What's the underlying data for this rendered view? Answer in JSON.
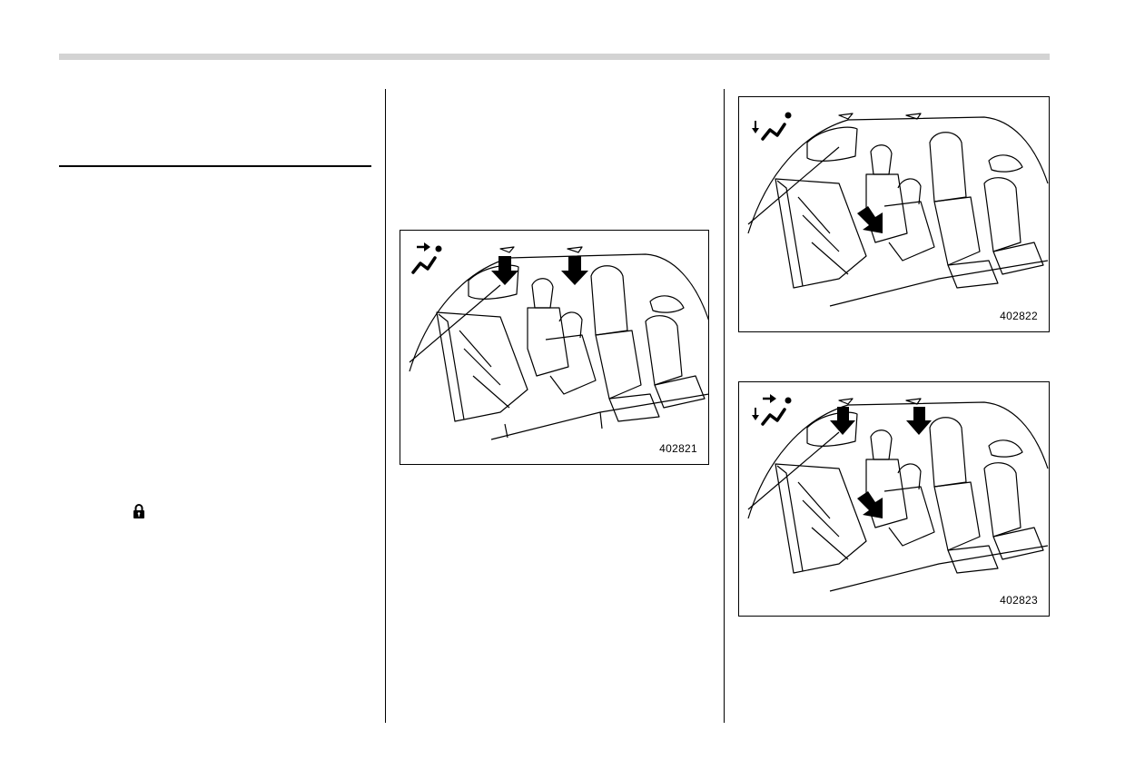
{
  "figures": [
    {
      "code": "402821",
      "mode_icon": "vent-mode-icon",
      "arrows": "upper-vents"
    },
    {
      "code": "402822",
      "mode_icon": "foot-mode-icon",
      "arrows": "floor"
    },
    {
      "code": "402823",
      "mode_icon": "bi-level-mode-icon",
      "arrows": "upper-vents-and-floor"
    }
  ],
  "icons": {
    "lock": "lock-icon"
  },
  "colors": {
    "rule_gray": "#d3d3d3",
    "line": "#000000"
  }
}
